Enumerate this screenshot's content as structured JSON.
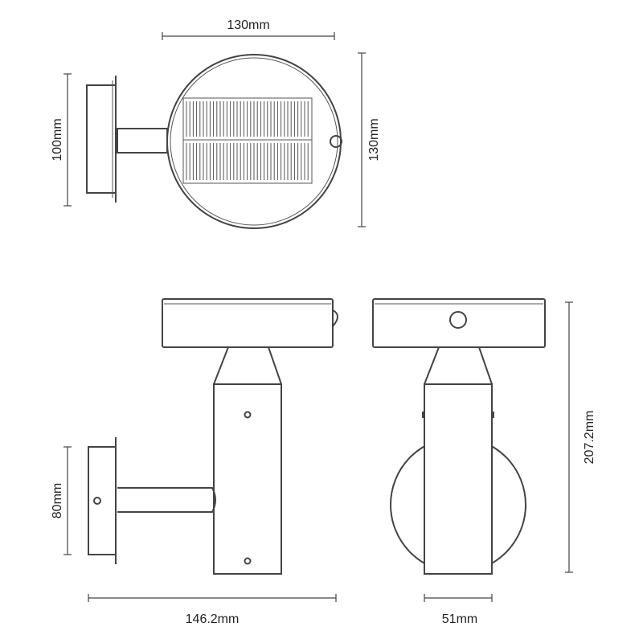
{
  "dimensions": {
    "top_width": "130mm",
    "top_height": "130mm",
    "top_mount_height": "100mm",
    "side_mount_height": "80mm",
    "overall_height": "207.2mm",
    "side_depth": "146.2mm",
    "front_width": "51mm"
  },
  "colors": {
    "stroke": "#444444",
    "text": "#222222",
    "background": "#ffffff"
  }
}
